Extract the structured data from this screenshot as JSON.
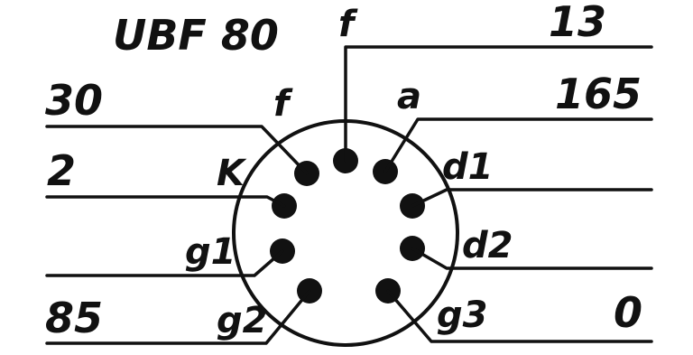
{
  "tube_type": "UBF 80",
  "pins": {
    "f_top": "f",
    "f_left": "f",
    "a": "a",
    "k": "K",
    "d1": "d1",
    "g1": "g1",
    "d2": "d2",
    "g2": "g2",
    "g3": "g3"
  },
  "voltages": {
    "f_top": "13",
    "f_left": "30",
    "a": "165",
    "k": "2",
    "g2": "85",
    "g3": "0"
  },
  "colors": {
    "ink": "#111111",
    "background": "#ffffff"
  }
}
